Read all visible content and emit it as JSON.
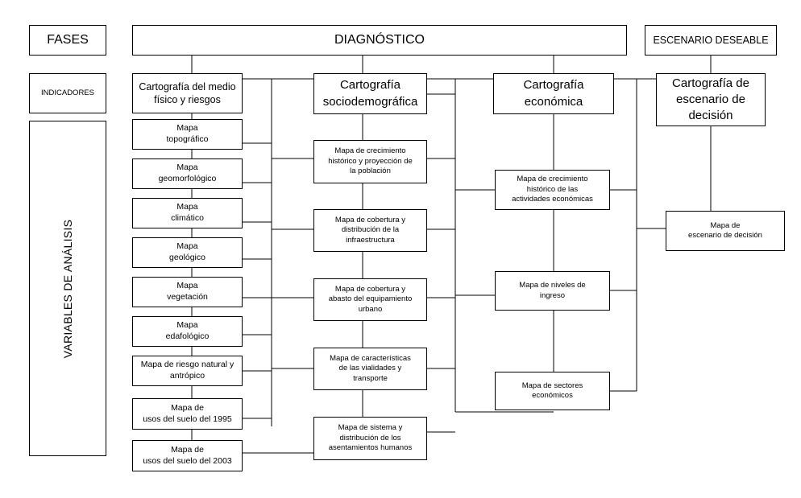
{
  "header": {
    "fases": "FASES",
    "diagnostico": "DIAGNÓSTICO",
    "escenario": "ESCENARIO DESEABLE"
  },
  "left_labels": {
    "indicadores": "INDICADORES",
    "variables": "VARIABLES DE ANÁLISIS"
  },
  "indicators": {
    "medio_fisico": "Cartografía del medio\nfísico y riesgos",
    "sociodemografica": "Cartografía\nsociodemográfica",
    "economica": "Cartografía\neconómica",
    "escenario_decision": "Cartografía de\nescenario de\ndecisión"
  },
  "col1_maps": [
    "Mapa\ntopográfico",
    "Mapa\ngeomorfológico",
    "Mapa\nclimático",
    "Mapa\ngeológico",
    "Mapa\nvegetación",
    "Mapa\nedafológico",
    "Mapa de riesgo natural y\nantrópico",
    "Mapa de\nusos del suelo del 1995",
    "Mapa de\nusos del suelo del 2003"
  ],
  "col2_maps": [
    "Mapa de crecimiento\nhistórico y proyección de\nla población",
    "Mapa de cobertura y\ndistribución de la\ninfraestructura",
    "Mapa de cobertura y\nabasto del equipamiento\nurbano",
    "Mapa de características\nde las vialidades y\ntransporte",
    "Mapa de sistema y\ndistribución de los\nasentamientos humanos"
  ],
  "col3_maps": [
    "Mapa de crecimiento\nhistórico de las\nactividades económicas",
    "Mapa de niveles de\ningreso",
    "Mapa de sectores\neconómicos"
  ],
  "col4_maps": [
    "Mapa de\nescenario de decisión"
  ]
}
